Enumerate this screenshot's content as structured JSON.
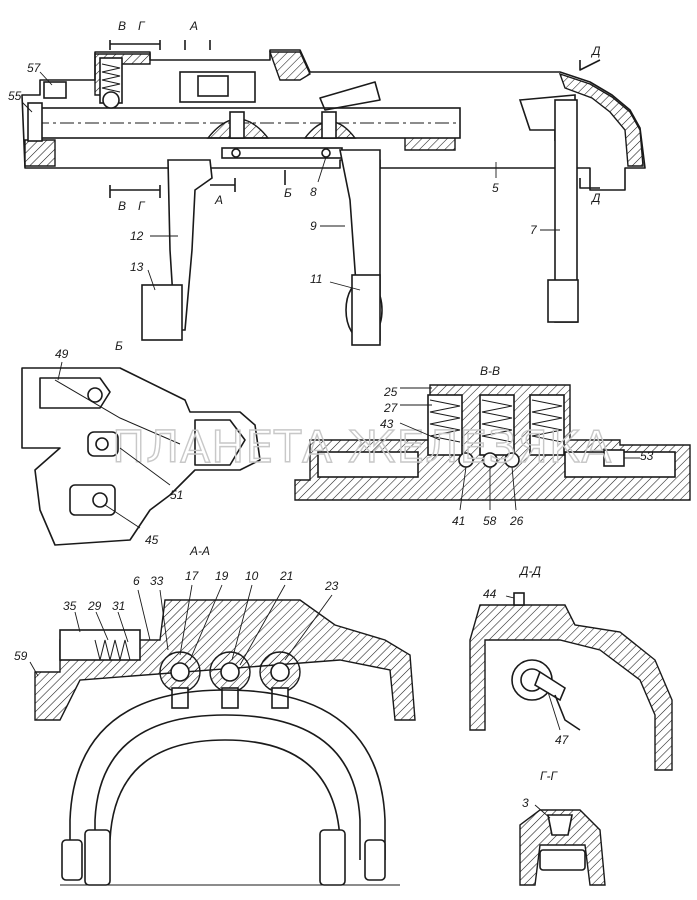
{
  "watermark": "ПЛАНЕТА ЖЕЛЕЗЯКА",
  "sections": {
    "b": "Б",
    "vv": "В-В",
    "aa": "А-А",
    "dd": "Д-Д",
    "gg": "Г-Г"
  },
  "cut_marks": {
    "v": "В",
    "g": "Г",
    "a": "А",
    "d": "Д",
    "b": "Б"
  },
  "callouts": {
    "c57": "57",
    "c55": "55",
    "c8": "8",
    "c5": "5",
    "c12": "12",
    "c9": "9",
    "c7": "7",
    "c13": "13",
    "c11": "11",
    "c49": "49",
    "c51": "51",
    "c45": "45",
    "c25": "25",
    "c27": "27",
    "c43": "43",
    "c53": "53",
    "c41": "41",
    "c58": "58",
    "c26": "26",
    "c6": "6",
    "c33": "33",
    "c17": "17",
    "c19": "19",
    "c10": "10",
    "c21": "21",
    "c23": "23",
    "c35": "35",
    "c29": "29",
    "c31": "31",
    "c59": "59",
    "c44": "44",
    "c47": "47",
    "c3": "3"
  }
}
